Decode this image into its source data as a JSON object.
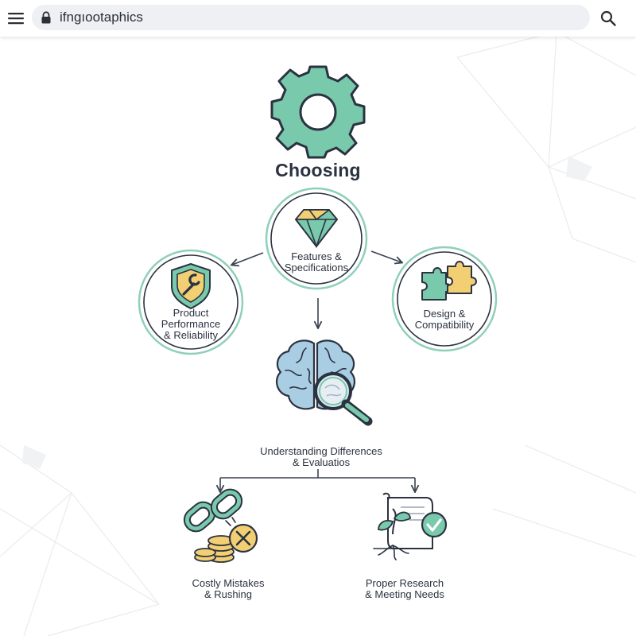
{
  "browser": {
    "url": "ifngıootaphics",
    "icons": {
      "menu": "hamburger-menu-icon",
      "lock": "lock-icon",
      "search": "search-icon"
    }
  },
  "diagram": {
    "title": "Choosing",
    "nodes": {
      "features": "Features &\nSpecifications",
      "performance": "Product\nPerformance\n& Reliability",
      "design": "Design &\nCompatibility",
      "understanding": "Understanding Differences\n& Evaluatios",
      "mistakes": "Costly Mistakes\n& Rushing",
      "research": "Proper Research\n& Meeting Needs"
    },
    "icons": {
      "title": "gear-icon",
      "features": "diamond-icon",
      "performance": "shield-wrench-icon",
      "design": "puzzle-icon",
      "understanding": "brain-magnifier-icon",
      "mistakes": "broken-chain-coins-icon",
      "research": "plant-document-check-icon"
    }
  },
  "colors": {
    "mint": "#79c9ad",
    "mint_dark": "#5fb497",
    "yellow": "#f2cf73",
    "ink": "#2b3240",
    "ring": "#8fd0b8",
    "brain_blue": "#a9cde3"
  }
}
